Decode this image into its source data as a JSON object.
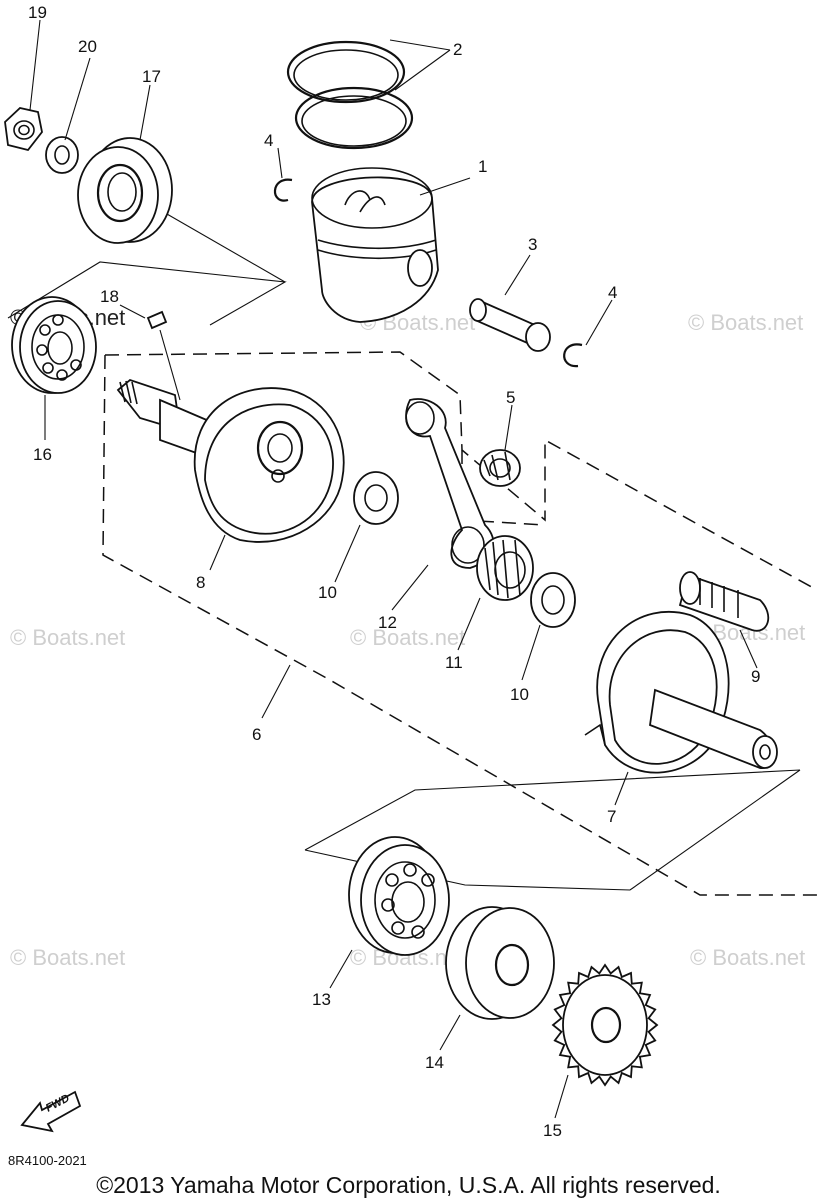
{
  "callouts": [
    {
      "id": "c1",
      "text": "1"
    },
    {
      "id": "c2",
      "text": "2"
    },
    {
      "id": "c3",
      "text": "3"
    },
    {
      "id": "c4a",
      "text": "4"
    },
    {
      "id": "c4b",
      "text": "4"
    },
    {
      "id": "c5",
      "text": "5"
    },
    {
      "id": "c6",
      "text": "6"
    },
    {
      "id": "c7",
      "text": "7"
    },
    {
      "id": "c8",
      "text": "8"
    },
    {
      "id": "c9",
      "text": "9"
    },
    {
      "id": "c10a",
      "text": "10"
    },
    {
      "id": "c10b",
      "text": "10"
    },
    {
      "id": "c11",
      "text": "11"
    },
    {
      "id": "c12",
      "text": "12"
    },
    {
      "id": "c13",
      "text": "13"
    },
    {
      "id": "c14",
      "text": "14"
    },
    {
      "id": "c15",
      "text": "15"
    },
    {
      "id": "c16",
      "text": "16"
    },
    {
      "id": "c17",
      "text": "17"
    },
    {
      "id": "c18",
      "text": "18"
    },
    {
      "id": "c19",
      "text": "19"
    },
    {
      "id": "c20",
      "text": "20"
    }
  ],
  "watermark": "© Boats.net",
  "fwd_label": "FWD",
  "diagram_code": "8R4100-2021",
  "copyright": "©2013 Yamaha Motor Corporation, U.S.A. All rights reserved."
}
